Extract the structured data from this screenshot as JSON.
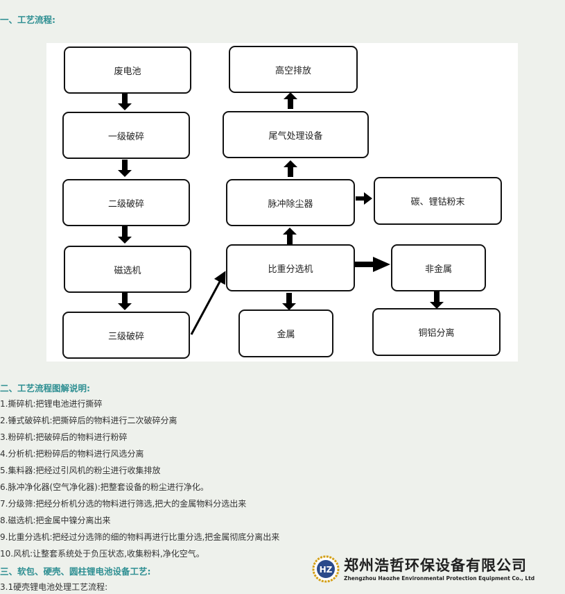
{
  "section1": {
    "heading": "一、工艺流程:"
  },
  "diagram": {
    "nodes": {
      "waste_battery": "废电池",
      "primary_crush": "一级破碎",
      "secondary_crush": "二级破碎",
      "magnetic_separator": "磁选机",
      "tertiary_crush": "三级破碎",
      "high_altitude_emission": "高空排放",
      "exhaust_treatment": "尾气处理设备",
      "pulse_dust_collector": "脉冲除尘器",
      "carbon_powder": "碳、锂钴粉末",
      "gravity_separator": "比重分选机",
      "non_metal": "非金属",
      "metal": "金属",
      "copper_aluminum": "铜铝分离"
    }
  },
  "section2": {
    "heading": "二、工艺流程图解说明:",
    "items": [
      "1.撕碎机:把锂电池进行撕碎",
      "2.锤式破碎机:把撕碎后的物料进行二次破碎分离",
      "3.粉碎机:把破碎后的物料进行粉碎",
      "4.分析机:把粉碎后的物料进行风选分离",
      "5.集料器:把经过引风机的粉尘进行收集排放",
      "6.脉冲净化器(空气净化器):把整套设备的粉尘进行净化。",
      "7.分级筛:把经分析机分选的物料进行筛选,把大的金属物料分选出来",
      "8.磁选机:把金属中镍分离出来",
      "9.比重分选机:把经过分选筛的细的物料再进行比重分选,把金属彻底分离出来",
      "10.风机:让整套系统处于负压状态,收集粉料,净化空气。"
    ]
  },
  "section3": {
    "heading": "三、软包、硬壳、圆柱锂电池设备工艺:",
    "sub": "3.1硬壳锂电池处理工艺流程:"
  },
  "logo": {
    "mark_text": "HZ",
    "name_cn": "郑州浩哲环保设备有限公司",
    "name_en": "Zhengzhou Haozhe Environmental Protection Equipment Co., Ltd",
    "ring_color": "#d4a017",
    "mark_color": "#2a4a8a"
  }
}
